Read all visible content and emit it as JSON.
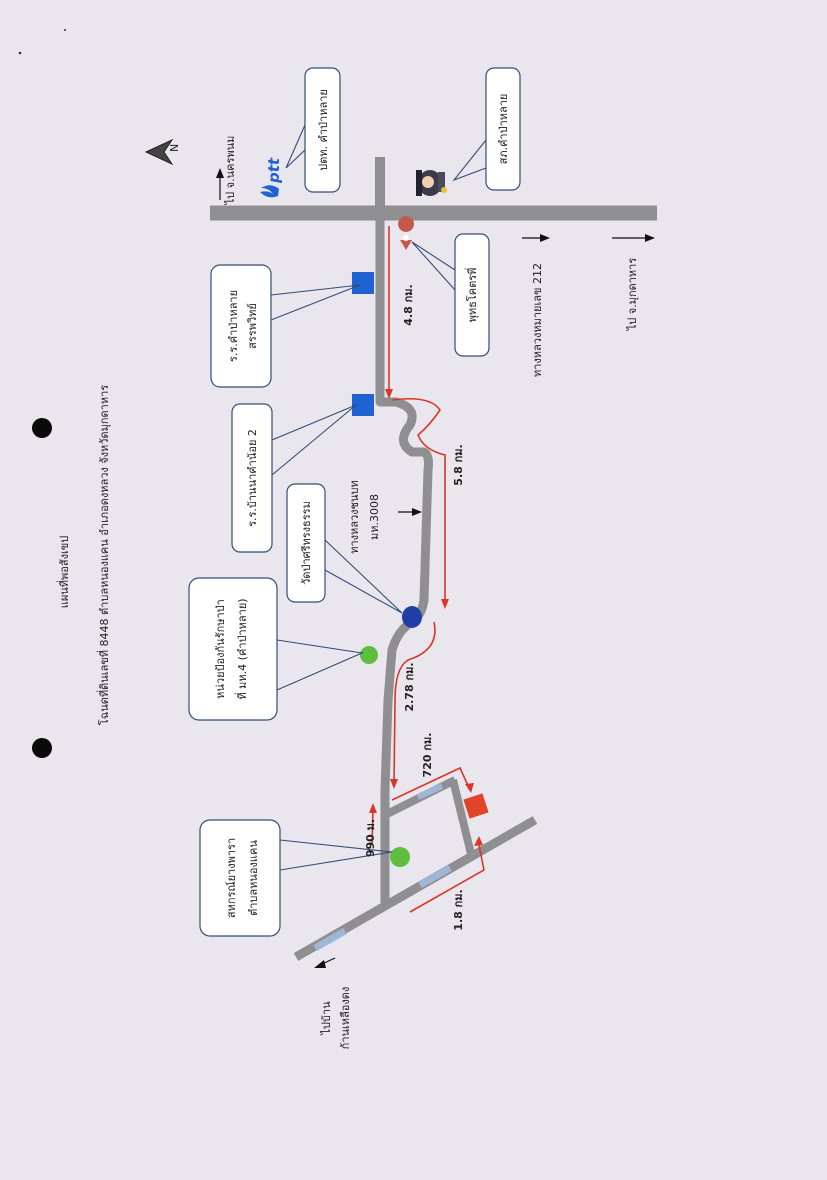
{
  "title": "แผนที่พอสังเขป",
  "subtitle": "โฉนดที่ดินเลขที่ 8448 ตำบลหนองแคน อำเภอดงหลวง จังหวัดมุกดาหาร",
  "north_label": "N",
  "callouts": {
    "pttt": "ปตท. คำป่าหลาย",
    "police": "สภ.คำป่าหลาย",
    "school1_line1": "ร.ร.คำป่าหลาย",
    "school1_line2": "สรรพวิทย์",
    "temple_phu": "พุทธโคตรพี่",
    "school2": "ร.ร.บ้านนาคำน้อย 2",
    "wat": "วัดป่าศรีทรงธรรม",
    "forest_line1": "หน่วยป้องกันรักษาป่า",
    "forest_line2": "ที่ มห.4 (คำป่าหลาย)",
    "coop_line1": "สหกรณ์ยางพารา",
    "coop_line2": "ตำบลหนองแคน"
  },
  "roads": {
    "to_nakhon_phanom": "ไป จ.นครพนม",
    "to_mukdahan": "ไป จ.มุกดาหาร",
    "highway_212": "ทางหลวงหมายเลข 212",
    "rural_road_line1": "ทางหลวงชนบท",
    "rural_road_line2": "มห.3008",
    "to_ban_line1": "ไปบ้าน",
    "to_ban_line2": "ก้านเหลืองดง"
  },
  "distances": {
    "d1": "4.8 กม.",
    "d2": "5.8 กม.",
    "d3": "2.78 กม.",
    "d4": "720 กม.",
    "d5": "990 ม.",
    "d6": "1.8 กม."
  },
  "logo": "ptt",
  "colors": {
    "paper": "#eae6ee",
    "road": "#8f8f92",
    "route_red": "#d9362a",
    "school_blue": "#1f62d2",
    "marker_green": "#5fbd3f",
    "target_red": "#e0442b",
    "temple_navy": "#1f3fa5",
    "callout_border": "#334d77"
  }
}
